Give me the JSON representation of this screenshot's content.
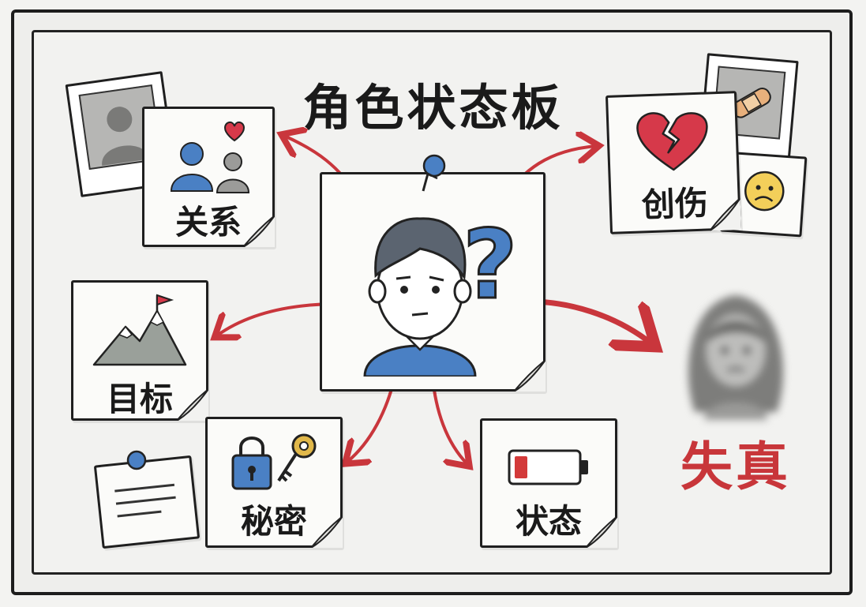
{
  "title": "角色状态板",
  "notes": {
    "relations": "关系",
    "trauma": "创伤",
    "goal": "目标",
    "secret": "秘密",
    "status": "状态"
  },
  "center": {
    "mark": "?"
  },
  "outcome": "失真",
  "colors": {
    "arrow": "#c9363c",
    "accent_blue": "#4a80c4",
    "heart_red": "#d6394a",
    "outcome_red": "#c8363a",
    "battery_red": "#d33a3a"
  }
}
